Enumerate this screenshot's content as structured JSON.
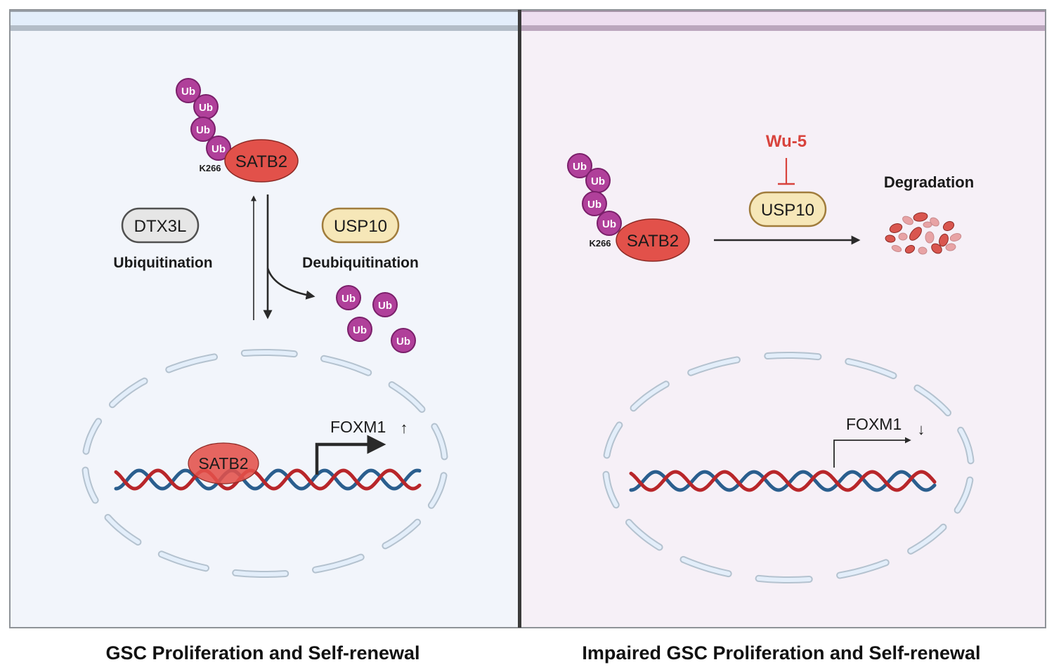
{
  "colors": {
    "left_panel_bg": "#f2f5fb",
    "left_header_bg": "#e3eefb",
    "left_header_bar": "#b3bdc8",
    "right_panel_bg": "#f6f0f7",
    "right_header_bg": "#eedef0",
    "right_header_bar": "#bba6bd",
    "divider": "#3a3a3a",
    "frame": "#8f9398",
    "ub_fill": "#b0409a",
    "ub_stroke": "#7a1f6a",
    "satb2_fill": "#e2514a",
    "satb2_stroke": "#8c2a25",
    "dtx3l_fill": "#e6e6e6",
    "dtx3l_stroke": "#505050",
    "usp10_fill": "#f6e7b8",
    "usp10_stroke": "#a07c3c",
    "inhibitor": "#d8433d",
    "dna_red": "#b8262a",
    "dna_blue": "#2a5e8e",
    "nucleus_fill": "#e3eefa",
    "nucleus_stroke": "#b4c2cf",
    "arrow": "#2a2a2a"
  },
  "left_panel": {
    "ubiquitinated_complex": {
      "ub_labels": [
        "Ub",
        "Ub",
        "Ub",
        "Ub"
      ],
      "site_label": "K266",
      "protein_label": "SATB2"
    },
    "ligase": {
      "label": "DTX3L",
      "process": "Ubiquitination"
    },
    "deubiquitinase": {
      "label": "USP10",
      "process": "Deubiquitination"
    },
    "released_ub": [
      "Ub",
      "Ub",
      "Ub",
      "Ub"
    ],
    "nucleus": {
      "bound_protein": "SATB2",
      "gene": "FOXM1",
      "gene_change": "↑"
    },
    "caption": "GSC Proliferation and Self-renewal"
  },
  "right_panel": {
    "ubiquitinated_complex": {
      "ub_labels": [
        "Ub",
        "Ub",
        "Ub",
        "Ub"
      ],
      "site_label": "K266",
      "protein_label": "SATB2"
    },
    "inhibitor": {
      "label": "Wu-5"
    },
    "deubiquitinase": {
      "label": "USP10"
    },
    "outcome": {
      "label": "Degradation"
    },
    "nucleus": {
      "gene": "FOXM1",
      "gene_change": "↓"
    },
    "caption": "Impaired GSC Proliferation and Self-renewal"
  }
}
